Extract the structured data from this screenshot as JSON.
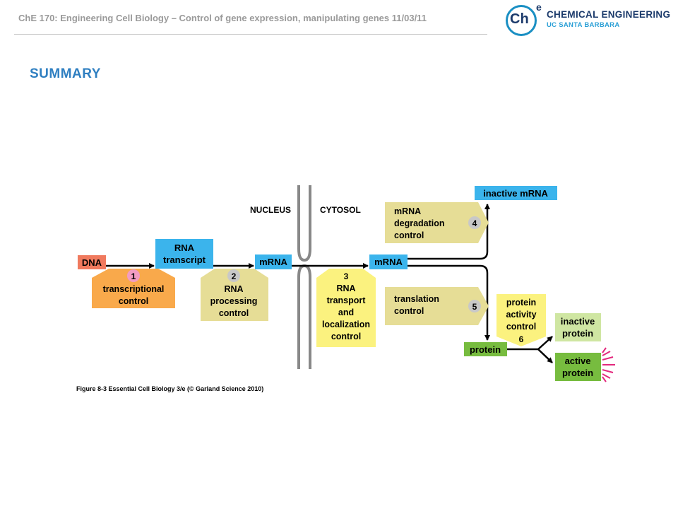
{
  "header": {
    "title": "ChE 170: Engineering Cell Biology – Control of gene expression, manipulating genes 11/03/11"
  },
  "logo": {
    "mark": "Ch",
    "superscript": "e",
    "name": "CHEMICAL ENGINEERING",
    "subtitle": "UC SANTA BARBARA",
    "colors": {
      "ring": "#1a8fc3",
      "text": "#1b3a6b",
      "subtitle": "#2a9fd6"
    }
  },
  "slide": {
    "heading": "SUMMARY"
  },
  "figure": {
    "compartments": {
      "left": "NUCLEUS",
      "right": "CYTOSOL"
    },
    "nodes": {
      "dna": "DNA",
      "rna_transcript": [
        "RNA",
        "transcript"
      ],
      "mrna_nucleus": "mRNA",
      "mrna_cytosol": "mRNA",
      "inactive_mrna": "inactive mRNA",
      "protein": "protein",
      "inactive_protein": [
        "inactive",
        "protein"
      ],
      "active_protein": [
        "active",
        "protein"
      ]
    },
    "controls": [
      {
        "number": "1",
        "lines": [
          "transcriptional",
          "control"
        ]
      },
      {
        "number": "2",
        "lines": [
          "RNA",
          "processing",
          "control"
        ]
      },
      {
        "number": "3",
        "lines": [
          "RNA",
          "transport",
          "and",
          "localization",
          "control"
        ]
      },
      {
        "number": "4",
        "lines": [
          "mRNA",
          "degradation",
          "control"
        ]
      },
      {
        "number": "5",
        "lines": [
          "translation",
          "control"
        ]
      },
      {
        "number": "6",
        "lines": [
          "protein",
          "activity",
          "control"
        ]
      }
    ],
    "caption": "Figure 8-3  Essential Cell Biology 3/e (© Garland Science 2010)",
    "colors": {
      "dna": "#f07a5e",
      "blue_box": "#3bb4ec",
      "green_box": "#77bc3f",
      "light_green_box": "#cfe6a2",
      "khaki": "#e6dd96",
      "orange": "#f9a94b",
      "yellow": "#fbf27f",
      "number_circle": "#f29cc3",
      "grey_circle": "#c8c8c8",
      "membrane": "#888888",
      "burst": "#e3287d"
    }
  }
}
